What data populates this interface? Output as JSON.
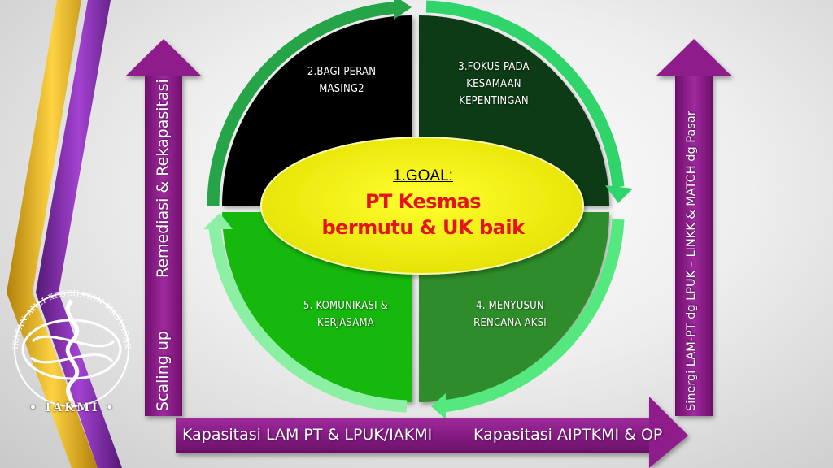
{
  "goal": {
    "title": "1.GOAL:",
    "line1": "PT Kesmas",
    "line2": "bermutu & UK baik"
  },
  "quadrants": [
    {
      "id": "q2",
      "lines": [
        "2.BAGI PERAN",
        "MASING2"
      ],
      "color": "#000000"
    },
    {
      "id": "q3",
      "lines": [
        "3.FOKUS PADA",
        "KESAMAAN",
        "KEPENTINGAN"
      ],
      "color": "#0c3a12"
    },
    {
      "id": "q4",
      "lines": [
        "4. MENYUSUN",
        "RENCANA AKSI"
      ],
      "color": "#2f8d2a"
    },
    {
      "id": "q5",
      "lines": [
        "5. KOMUNIKASI &",
        "KERJASAMA"
      ],
      "color": "#14b80e"
    }
  ],
  "left_arrow": {
    "top_text": "Remediasi & Rekapasitasi",
    "bottom_text": "Scaling up",
    "color": "#8e1a8b"
  },
  "right_arrow": {
    "text": "Sinergi LAM-PT dg LPUK – LINKK & MATCH dg Pasar",
    "color": "#8e1a8b"
  },
  "bottom_arrow": {
    "left_text": "Kapasitasi LAM PT & LPUK/IAKMI",
    "right_text": "Kapasitasi AIPTKMI & OP",
    "color": "#8e1a8b"
  },
  "logo": {
    "ring_text": "IKATAN AHLI KESEHATAN MASYARAKAT INDONESIA",
    "caption": "• IAKMI •"
  },
  "colors": {
    "goal_fill": "#f5f200",
    "goal_text": "#e3141b",
    "arrow_green_dark": "#1f9e3c",
    "arrow_green_light": "#4fe07a",
    "ribbon_gold": "#f0b400",
    "ribbon_purple": "#7a1f9c"
  }
}
